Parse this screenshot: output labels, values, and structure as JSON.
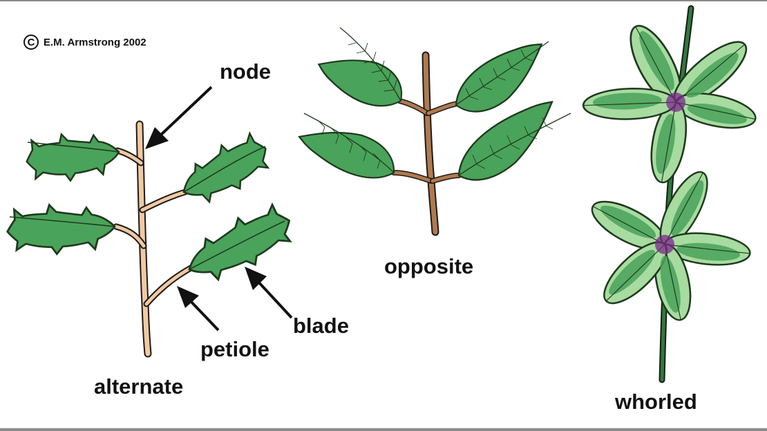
{
  "copyright": {
    "symbol": "C",
    "text": "E.M. Armstrong 2002"
  },
  "labels": {
    "node": "node",
    "blade": "blade",
    "petiole": "petiole",
    "alternate": "alternate",
    "opposite": "opposite",
    "whorled": "whorled"
  },
  "colors": {
    "leaf": "#4aa35a",
    "leaf_light": "#a8dba0",
    "leaf_outline": "#1e3a1e",
    "alternate_stem": "#f2c9a0",
    "opposite_stem": "#b07a4e",
    "whorled_stem": "#2f7a3a",
    "whorled_tint": "#7a2a8a"
  },
  "icons": [
    "node-arrow-icon",
    "blade-arrow-icon",
    "petiole-arrow-icon",
    "copyright-icon"
  ]
}
